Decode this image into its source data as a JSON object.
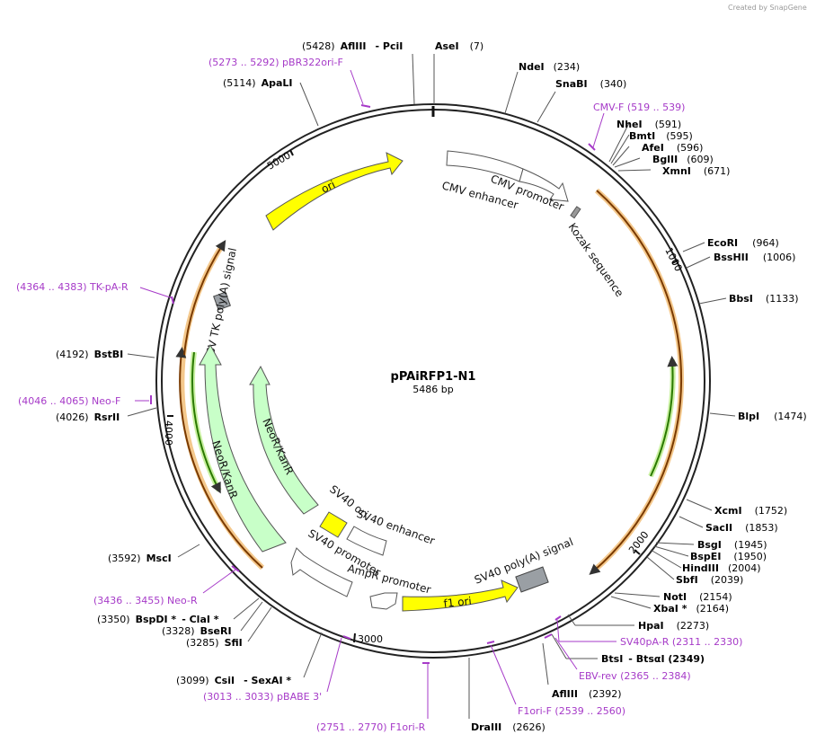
{
  "watermark": "Created by SnapGene",
  "title": "pPAiRFP1-N1",
  "length_label": "5486 bp",
  "ticks": [
    "5000",
    "1000",
    "2000",
    "3000",
    "4000"
  ],
  "features": [
    {
      "label": "ori",
      "type": "rep_origin",
      "color": "#ffff00"
    },
    {
      "label": "CMV enhancer",
      "type": "enhancer",
      "color": "#ffffff"
    },
    {
      "label": "CMV promoter",
      "type": "promoter",
      "color": "#ffffff"
    },
    {
      "label": "Kozak sequence",
      "type": "misc",
      "color": "#999999"
    },
    {
      "label": "HSV TK poly(A) signal",
      "type": "polyA",
      "color": "#999999"
    },
    {
      "label": "NeoR/KanR",
      "type": "CDS",
      "color": "#c8ffc8"
    },
    {
      "label": "NeoR/KanR",
      "type": "CDS",
      "color": "#c8ffc8"
    },
    {
      "label": "SV40 ori",
      "type": "rep_origin",
      "color": "#ffff00"
    },
    {
      "label": "SV40 enhancer",
      "type": "enhancer",
      "color": "#ffffff"
    },
    {
      "label": "SV40 promoter",
      "type": "promoter",
      "color": "#ffffff"
    },
    {
      "label": "AmpR promoter",
      "type": "promoter",
      "color": "#ffffff"
    },
    {
      "label": "f1 ori",
      "type": "rep_origin",
      "color": "#ffff00"
    },
    {
      "label": "SV40 poly(A) signal",
      "type": "polyA",
      "color": "#999999"
    }
  ],
  "sites": [
    {
      "pos": "(5428)",
      "name": "AflIII",
      "suffix": "- PciI"
    },
    {
      "pos": "",
      "name": "AseI",
      "suffix": "(7)"
    },
    {
      "pos": "",
      "name": "NdeI",
      "suffix": "(234)"
    },
    {
      "pos": "",
      "name": "SnaBI",
      "suffix": "(340)"
    },
    {
      "pos": "",
      "name": "NheI",
      "suffix": "(591)"
    },
    {
      "pos": "",
      "name": "BmtI",
      "suffix": "(595)"
    },
    {
      "pos": "",
      "name": "AfeI",
      "suffix": "(596)"
    },
    {
      "pos": "",
      "name": "BglII",
      "suffix": "(609)"
    },
    {
      "pos": "",
      "name": "XmnI",
      "suffix": "(671)"
    },
    {
      "pos": "",
      "name": "EcoRI",
      "suffix": "(964)"
    },
    {
      "pos": "",
      "name": "BssHII",
      "suffix": "(1006)"
    },
    {
      "pos": "",
      "name": "BbsI",
      "suffix": "(1133)"
    },
    {
      "pos": "",
      "name": "BlpI",
      "suffix": "(1474)"
    },
    {
      "pos": "",
      "name": "XcmI",
      "suffix": "(1752)"
    },
    {
      "pos": "",
      "name": "SacII",
      "suffix": "(1853)"
    },
    {
      "pos": "",
      "name": "BsgI",
      "suffix": "(1945)"
    },
    {
      "pos": "",
      "name": "BspEI",
      "suffix": "(1950)"
    },
    {
      "pos": "",
      "name": "HindIII",
      "suffix": "(2004)"
    },
    {
      "pos": "",
      "name": "SbfI",
      "suffix": "(2039)"
    },
    {
      "pos": "",
      "name": "NotI",
      "suffix": "(2154)"
    },
    {
      "pos": "",
      "name": "XbaI *",
      "suffix": "(2164)"
    },
    {
      "pos": "",
      "name": "HpaI",
      "suffix": "(2273)"
    },
    {
      "pos": "",
      "name": "BtsI",
      "suffix": "- BtsαI   (2349)"
    },
    {
      "pos": "",
      "name": "AflIII",
      "suffix": "(2392)"
    },
    {
      "pos": "",
      "name": "DraIII",
      "suffix": "(2626)"
    },
    {
      "pos": "(3099)",
      "name": "CsiI",
      "suffix": "- SexAI *"
    },
    {
      "pos": "(3285)",
      "name": "SfiI",
      "suffix": ""
    },
    {
      "pos": "(3328)",
      "name": "BseRI",
      "suffix": ""
    },
    {
      "pos": "(3350)",
      "name": "BspDI *",
      "suffix": "- ClaI *"
    },
    {
      "pos": "(3592)",
      "name": "MscI",
      "suffix": ""
    },
    {
      "pos": "(4026)",
      "name": "RsrII",
      "suffix": ""
    },
    {
      "pos": "(4192)",
      "name": "BstBI",
      "suffix": ""
    },
    {
      "pos": "(5114)",
      "name": "ApaLI",
      "suffix": ""
    }
  ],
  "primers": [
    {
      "text": "(5273 .. 5292)  pBR322ori-F"
    },
    {
      "text": "CMV-F    (519 .. 539)"
    },
    {
      "text": "(4364 .. 4383)  TK-pA-R"
    },
    {
      "text": "(4046 .. 4065)  Neo-F"
    },
    {
      "text": "(3436 .. 3455)  Neo-R"
    },
    {
      "text": "(3013 .. 3033)  pBABE 3'"
    },
    {
      "text": "(2751 .. 2770)  F1ori-R"
    },
    {
      "text": "F1ori-F    (2539 .. 2560)"
    },
    {
      "text": "EBV-rev    (2365 .. 2384)"
    },
    {
      "text": "SV40pA-R     (2311 .. 2330)"
    }
  ]
}
